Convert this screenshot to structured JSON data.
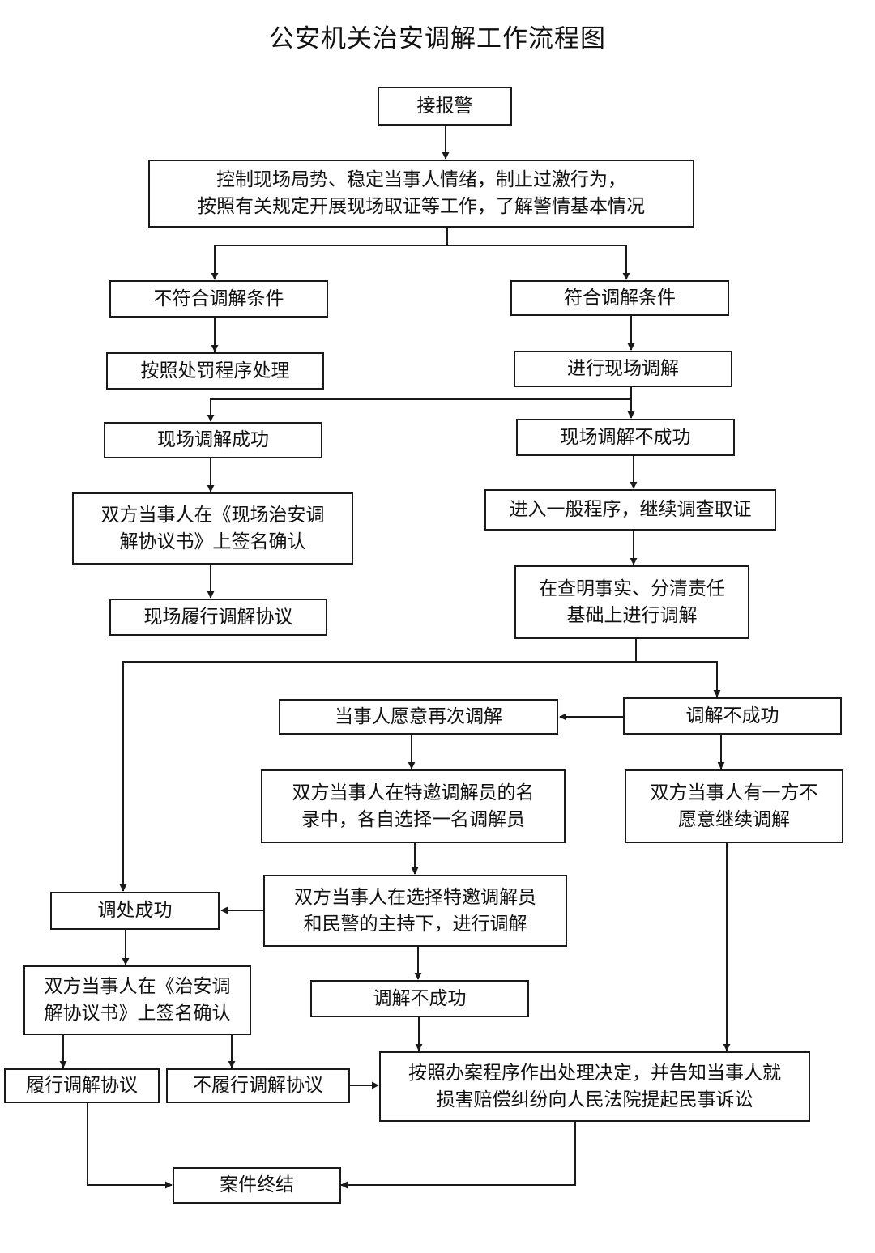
{
  "title": "公安机关治安调解工作流程图",
  "colors": {
    "line": "#1a1a1a",
    "box_border": "#1a1a1a",
    "background": "#ffffff"
  },
  "nodes": {
    "report": "接报警",
    "control": "控制现场局势、稳定当事人情绪，制止过激行为，\n按照有关规定开展现场取证等工作，了解警情基本情况",
    "not_eligible": "不符合调解条件",
    "eligible": "符合调解条件",
    "punish": "按照处罚程序处理",
    "onsite_mediation": "进行现场调解",
    "onsite_success": "现场调解成功",
    "onsite_fail": "现场调解不成功",
    "sign_onsite": "双方当事人在《现场治安调\n解协议书》上签名确认",
    "general_procedure": "进入一般程序，继续调查取证",
    "perform_onsite": "现场履行调解协议",
    "mediate_facts": "在查明事实、分清责任\n基础上进行调解",
    "willing_again": "当事人愿意再次调解",
    "mediation_fail_1": "调解不成功",
    "choose_mediator": "双方当事人在特邀调解员的名\n录中，各自选择一名调解员",
    "one_party_unwilling": "双方当事人有一方不\n愿意继续调解",
    "mediation_success": "调处成功",
    "hosted_mediation": "双方当事人在选择特邀调解员\n和民警的主持下，进行调解",
    "sign_agreement": "双方当事人在《治安调\n解协议书》上签名确认",
    "mediation_fail_2": "调解不成功",
    "perform": "履行调解协议",
    "not_perform": "不履行调解协议",
    "decision": "按照办案程序作出处理决定，并告知当事人就\n损害赔偿纠纷向人民法院提起民事诉讼",
    "case_closed": "案件终结"
  }
}
